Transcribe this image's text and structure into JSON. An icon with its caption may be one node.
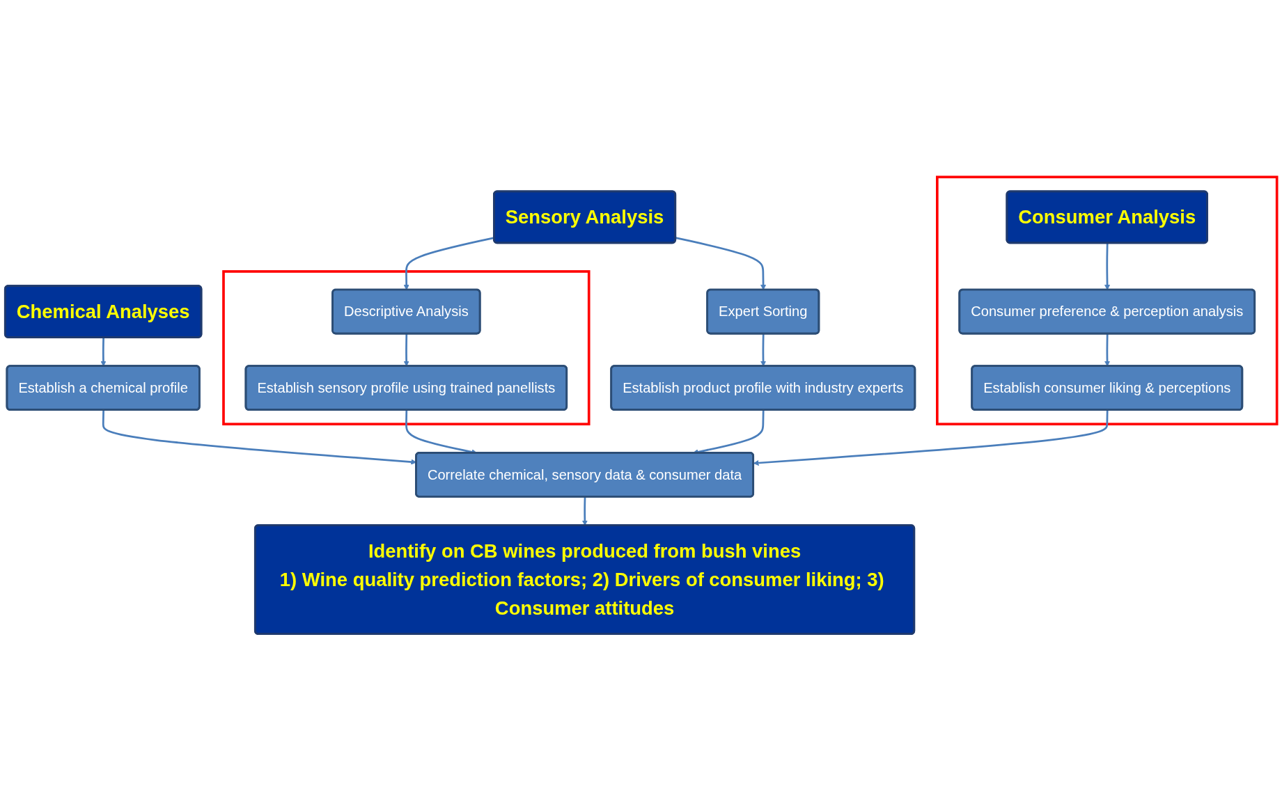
{
  "diagram": {
    "nodes": [
      {
        "text": [
          "Chemical Analyses"
        ]
      },
      {
        "text": [
          "Sensory Analysis"
        ]
      },
      {
        "text": [],
        "shape": "box"
      },
      {
        "text": [
          "Consumer Analysis"
        ],
        "in": 2
      },
      {
        "text": [
          "Establish a chemical profile"
        ]
      },
      {
        "text": [],
        "shape": "box"
      },
      {
        "text": [
          "Descriptive Analysis"
        ],
        "in": 5
      },
      {
        "text": [
          "Expert Sorting"
        ]
      },
      {
        "text": [
          "Consumer preference & perception analysis"
        ],
        "in": 2
      },
      {
        "text": [
          "Establish sensory profile using trained panellists"
        ],
        "in": 5
      },
      {
        "text": [
          "Establish product profile with industry experts"
        ]
      },
      {
        "text": [
          "Establish consumer liking & perceptions"
        ],
        "in": 2
      },
      {
        "text": [
          "Correlate chemical, sensory data & consumer data"
        ]
      },
      {
        "text": [
          "Identify on CB wines produced from bush vines",
          "1) Wine quality prediction factors; 2) Drivers of consumer liking; 3) Consumer attitudes"
        ]
      }
    ],
    "edges": [
      {
        "from": 0,
        "to": 4,
        "arrow": "to"
      },
      {
        "from": 1,
        "to": 6,
        "arrow": "to"
      },
      {
        "from": 1,
        "to": 7,
        "arrow": "to"
      },
      {
        "from": 3,
        "to": 8,
        "arrow": "to"
      },
      {
        "from": 6,
        "to": 9,
        "arrow": "to"
      },
      {
        "from": 7,
        "to": 10,
        "arrow": "to"
      },
      {
        "from": 8,
        "to": 11,
        "arrow": "to"
      },
      {
        "from": 4,
        "to": 12,
        "arrow": "to"
      },
      {
        "from": 9,
        "to": 12,
        "arrow": "to"
      },
      {
        "from": 10,
        "to": 12,
        "arrow": "to"
      },
      {
        "from": 11,
        "to": 12,
        "arrow": "to"
      },
      {
        "from": 12,
        "to": 13,
        "arrow": "to"
      }
    ]
  }
}
